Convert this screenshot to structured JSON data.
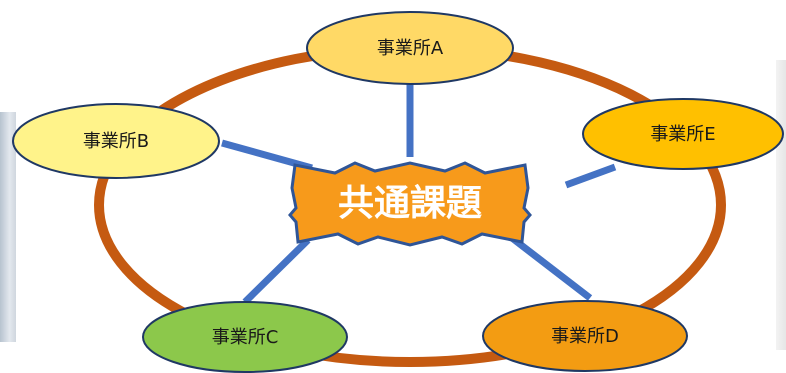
{
  "diagram": {
    "center_label": "共通課題",
    "nodes": {
      "a": {
        "label": "事業所A",
        "color": "#FFD966"
      },
      "b": {
        "label": "事業所B",
        "color": "#FFF38A"
      },
      "c": {
        "label": "事業所C",
        "color": "#8CC84B"
      },
      "d": {
        "label": "事業所D",
        "color": "#F39C12"
      },
      "e": {
        "label": "事業所E",
        "color": "#FFC000"
      }
    },
    "colors": {
      "ring": "#C55A11",
      "connector": "#4472C4",
      "center_fill": "#F79A1B",
      "center_stroke": "#2F5597",
      "node_stroke": "#1F3864"
    }
  }
}
